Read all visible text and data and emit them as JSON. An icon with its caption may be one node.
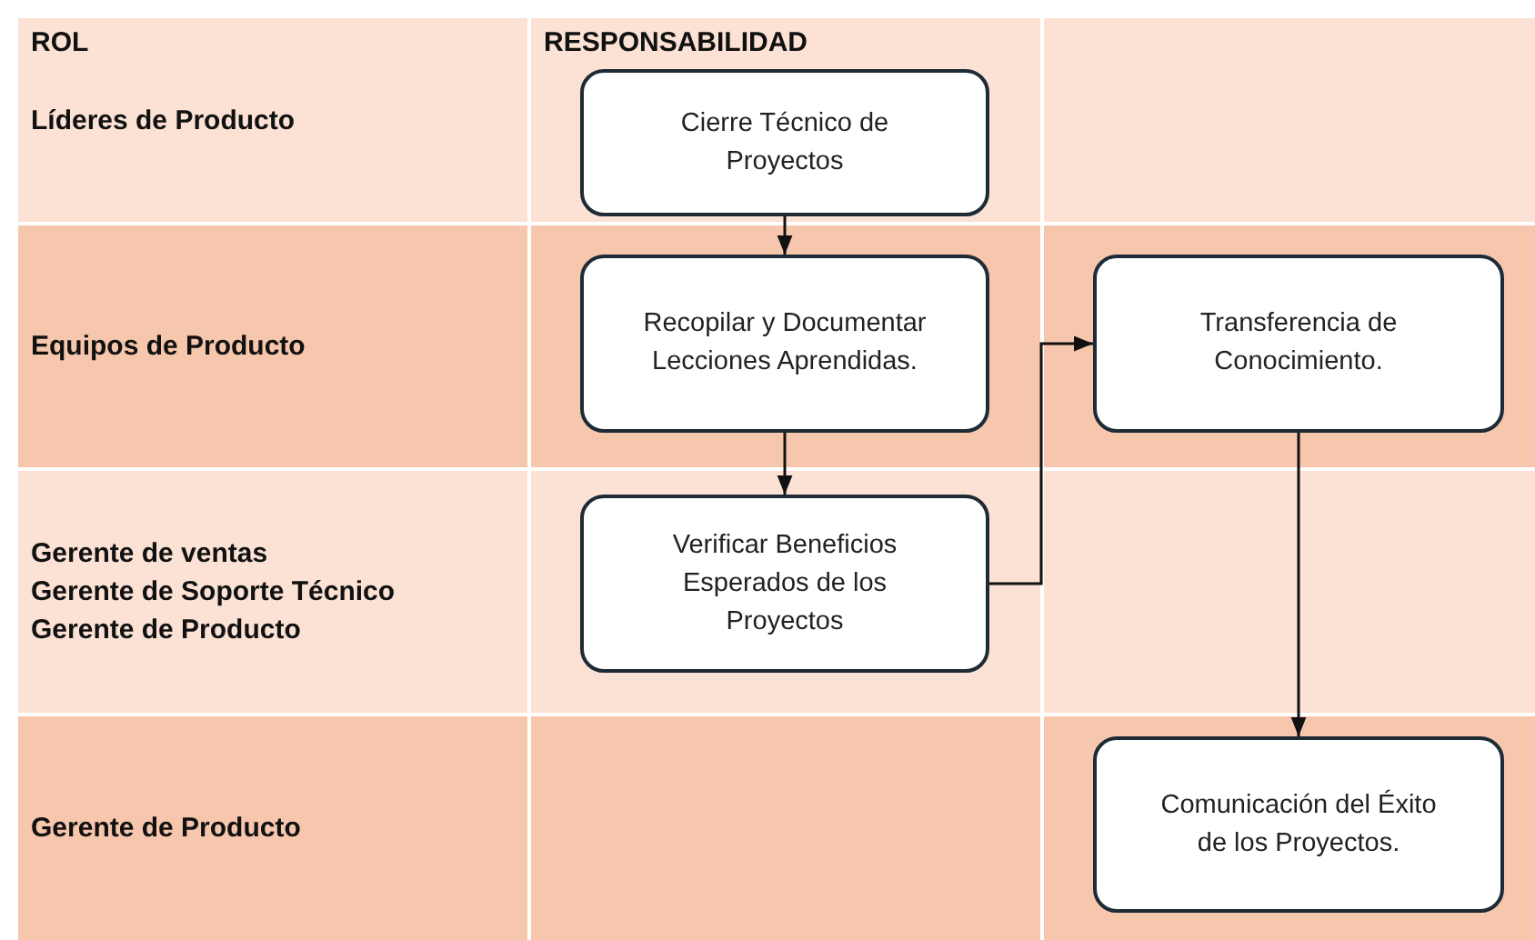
{
  "diagram": {
    "nodes": [
      {
        "text": [
          "Líderes de Producto"
        ]
      },
      {
        "text": [
          "Cierre Técnico de Proyectos"
        ],
        "in": 0
      },
      {
        "text": [
          "Equipos de Producto"
        ]
      },
      {
        "text": [
          "Recopilar y Documentar Lecciones Aprendidas."
        ],
        "in": 2
      },
      {
        "text": [
          "Transferencia de Conocimiento."
        ],
        "in": 2
      },
      {
        "text": [
          "Gerente de ventas",
          "Gerente de Soporte Técnico",
          "Gerente de Producto"
        ]
      },
      {
        "text": [
          "Verificar Beneficios Esperados de los Proyectos"
        ],
        "in": 5
      },
      {
        "text": [
          "Gerente de Producto"
        ]
      },
      {
        "text": [
          "Comunicación del Éxito de los Proyectos."
        ],
        "in": 7
      }
    ],
    "edges": [
      {
        "from": 1,
        "to": 3,
        "arrow": "to"
      },
      {
        "from": 3,
        "to": 6,
        "arrow": "to"
      },
      {
        "from": 6,
        "to": 4,
        "arrow": "to"
      },
      {
        "from": 4,
        "to": 8,
        "arrow": "to"
      }
    ],
    "labels": [
      "ROL",
      "RESPONSABILIDAD"
    ]
  }
}
